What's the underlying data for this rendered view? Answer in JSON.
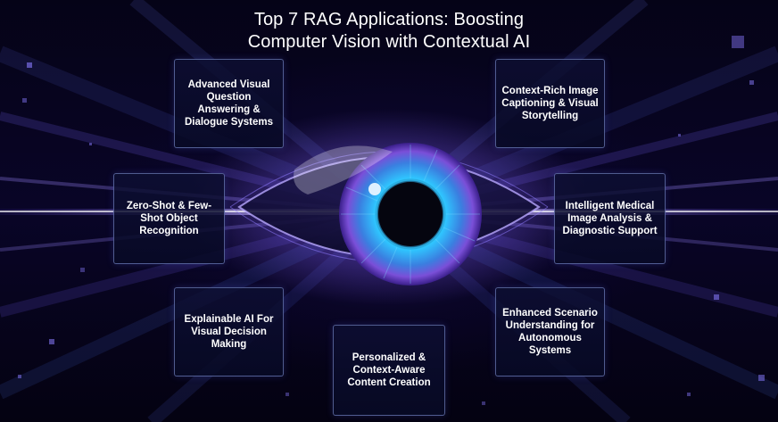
{
  "title": {
    "line1": "Top 7 RAG Applications: Boosting",
    "line2": "Computer Vision with Contextual AI"
  },
  "applications": [
    {
      "label": "Advanced Visual Question Answering & Dialogue Systems"
    },
    {
      "label": "Context-Rich Image Captioning & Visual Storytelling"
    },
    {
      "label": "Zero-Shot & Few-Shot Object Recognition"
    },
    {
      "label": "Intelligent Medical Image Analysis & Diagnostic Support"
    },
    {
      "label": "Explainable AI For Visual Decision Making"
    },
    {
      "label": "Enhanced Scenario Understanding for Autonomous Systems"
    },
    {
      "label": "Personalized & Context-Aware Content Creation"
    }
  ],
  "colors": {
    "background": "#050314",
    "beam": "#6a4dff",
    "iris_outer": "#6b4fd8",
    "iris_inner": "#38c8ff",
    "card_border": "#8ca0e6",
    "text": "#ffffff"
  }
}
